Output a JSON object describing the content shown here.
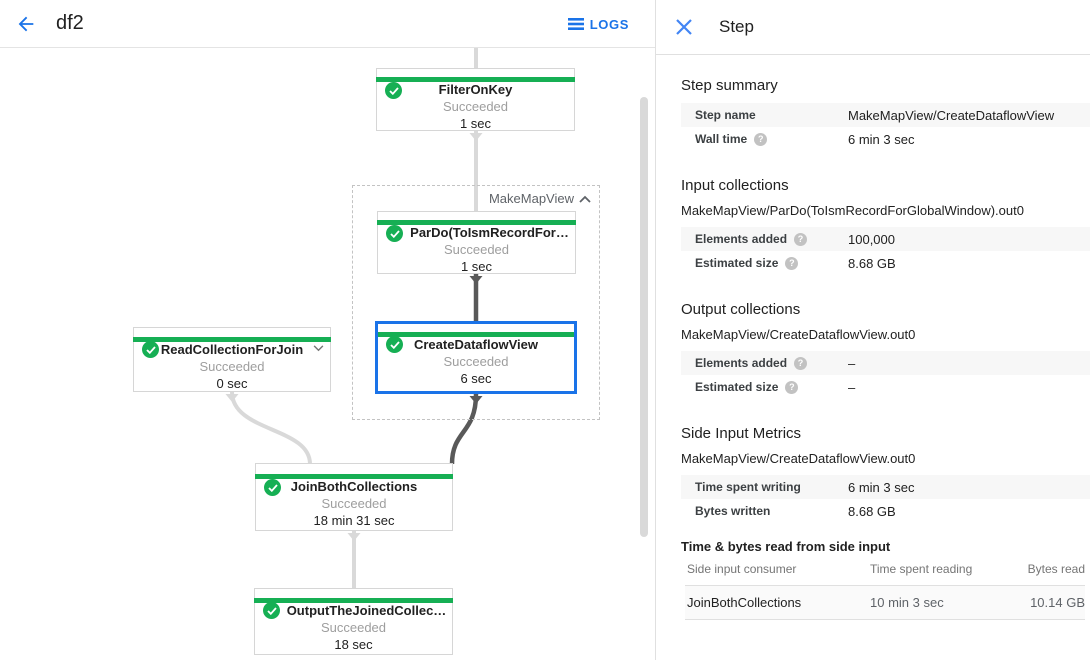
{
  "colors": {
    "accent_blue": "#1a73e8",
    "status_green": "#16af54",
    "selected_border": "#1a73e8"
  },
  "header": {
    "title": "df2",
    "logs_label": "LOGS"
  },
  "graph": {
    "group_label": "MakeMapView",
    "nodes": [
      {
        "title": "FilterOnKey",
        "status": "Succeeded",
        "duration": "1 sec"
      },
      {
        "title": "ParDo(ToIsmRecordFor…",
        "status": "Succeeded",
        "duration": "1 sec"
      },
      {
        "title": "CreateDataflowView",
        "status": "Succeeded",
        "duration": "6 sec"
      },
      {
        "title": "ReadCollectionForJoin",
        "status": "Succeeded",
        "duration": "0 sec"
      },
      {
        "title": "JoinBothCollections",
        "status": "Succeeded",
        "duration": "18 min 31 sec"
      },
      {
        "title": "OutputTheJoinedCollec…",
        "status": "Succeeded",
        "duration": "18 sec"
      }
    ]
  },
  "panel": {
    "title": "Step",
    "step_summary": {
      "title": "Step summary",
      "rows": [
        {
          "label": "Step name",
          "value": "MakeMapView/CreateDataflowView"
        },
        {
          "label": "Wall time",
          "value": "6 min 3 sec"
        }
      ]
    },
    "input_collections": {
      "title": "Input collections",
      "subtitle": "MakeMapView/ParDo(ToIsmRecordForGlobalWindow).out0",
      "rows": [
        {
          "label": "Elements added",
          "value": "100,000"
        },
        {
          "label": "Estimated size",
          "value": "8.68 GB"
        }
      ]
    },
    "output_collections": {
      "title": "Output collections",
      "subtitle": "MakeMapView/CreateDataflowView.out0",
      "rows": [
        {
          "label": "Elements added",
          "value": "–"
        },
        {
          "label": "Estimated size",
          "value": "–"
        }
      ]
    },
    "side_input_metrics": {
      "title": "Side Input Metrics",
      "subtitle": "MakeMapView/CreateDataflowView.out0",
      "rows": [
        {
          "label": "Time spent writing",
          "value": "6 min 3 sec"
        },
        {
          "label": "Bytes written",
          "value": "8.68 GB"
        }
      ]
    },
    "side_input_table": {
      "title": "Time & bytes read from side input",
      "columns": [
        "Side input consumer",
        "Time spent reading",
        "Bytes read"
      ],
      "rows": [
        {
          "consumer": "JoinBothCollections",
          "time": "10 min 3 sec",
          "bytes": "10.14 GB"
        }
      ]
    }
  }
}
